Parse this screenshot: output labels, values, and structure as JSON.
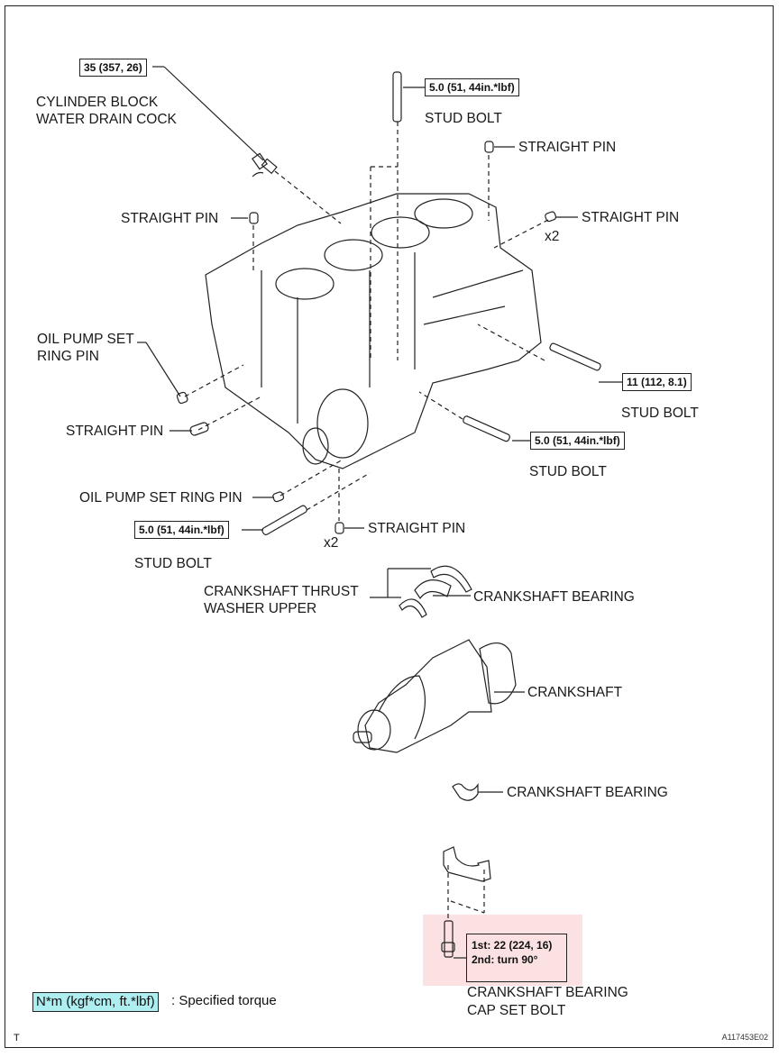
{
  "figure": {
    "id": "A117453E02",
    "corner_mark": "T",
    "legend": {
      "unit_box": "N*m (kgf*cm, ft.*lbf)",
      "text": ": Specified torque"
    },
    "colors": {
      "highlight": "#fbe1e1",
      "legend_fill": "#aeeef0",
      "line": "#222222"
    }
  },
  "labels": {
    "drain_cock": "CYLINDER BLOCK",
    "drain_cock_2": "WATER DRAIN COCK",
    "stud_top": "STUD BOLT",
    "pin_top_right": "STRAIGHT PIN",
    "pin_left_upper": "STRAIGHT PIN",
    "pin_right_x2": "STRAIGHT PIN",
    "x2_right": "x2",
    "oil_pump_pin_1": "OIL PUMP SET",
    "oil_pump_pin_1b": "RING PIN",
    "pin_left_lower": "STRAIGHT PIN",
    "stud_right_upper": "STUD BOLT",
    "stud_right_lower": "STUD BOLT",
    "oil_pump_pin_2": "OIL PUMP SET RING PIN",
    "pin_bottom": "STRAIGHT PIN",
    "x2_bottom": "x2",
    "stud_left": "STUD BOLT",
    "thrust_washer": "CRANKSHAFT THRUST",
    "thrust_washer_2": "WASHER UPPER",
    "bearing_upper": "CRANKSHAFT BEARING",
    "crankshaft": "CRANKSHAFT",
    "bearing_lower": "CRANKSHAFT BEARING",
    "cap_bolt": "CRANKSHAFT BEARING",
    "cap_bolt_2": "CAP SET BOLT"
  },
  "torques": {
    "drain_cock": "35 (357, 26)",
    "stud_top": "5.0 (51, 44in.*lbf)",
    "stud_right_upper": "11 (112, 8.1)",
    "stud_right_lower": "5.0 (51, 44in.*lbf)",
    "stud_left": "5.0 (51, 44in.*lbf)",
    "cap_bolt_1st": "1st: 22 (224, 16)",
    "cap_bolt_2nd": "2nd: turn 90°"
  }
}
